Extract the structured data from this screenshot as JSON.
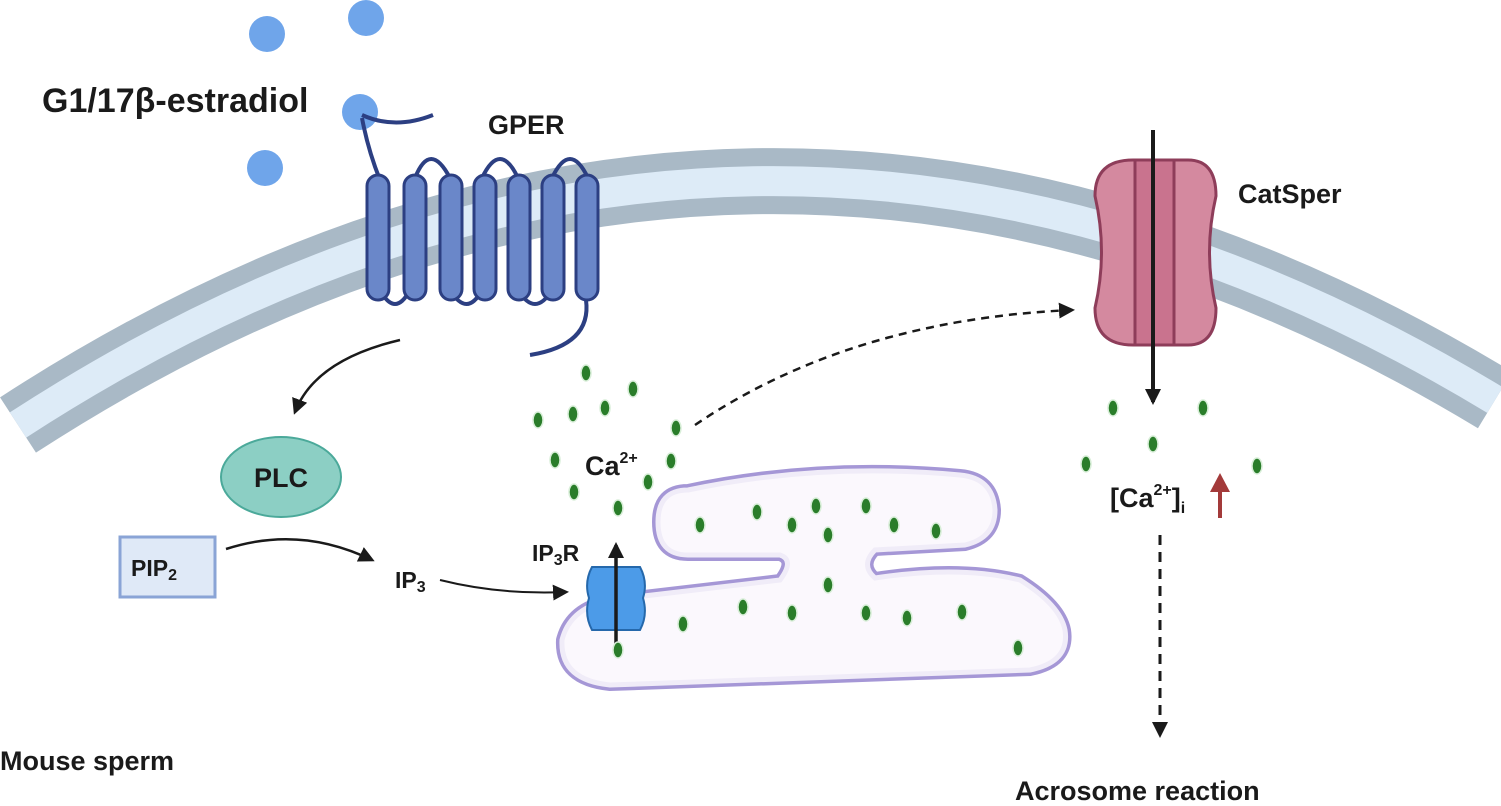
{
  "labels": {
    "ligand": "G1/17β-estradiol",
    "receptor": "GPER",
    "channel": "CatSper",
    "plc": "PLC",
    "pip2": "PIP",
    "pip2_sub": "2",
    "ip3": "IP",
    "ip3_sub": "3",
    "ip3r": "IP",
    "ip3r_sub": "3",
    "ip3r_suffix": "R",
    "ca": "Ca",
    "ca_sup": "2+",
    "ca_i_open": "[Ca",
    "ca_i_sup": "2+",
    "ca_i_close": "]",
    "ca_i_sub": "i",
    "cell": "Mouse sperm",
    "outcome": "Acrosome reaction"
  },
  "colors": {
    "membrane_outer": "#a9b9c6",
    "membrane_inner": "#ddebf7",
    "gper": "#6a87c9",
    "gper_stroke": "#2c3f82",
    "ligand": "#6fa5ea",
    "catsper": "#d4899f",
    "catsper_stroke": "#8e3d5a",
    "plc": "#8ccfc4",
    "pip2_fill": "#dfe9f7",
    "pip2_stroke": "#8aa4d6",
    "er_fill": "#fbf8fd",
    "er_stroke": "#a597d6",
    "ip3r": "#4c9be8",
    "calcium": "#2a7d2a",
    "up_arrow": "#a33a3a"
  }
}
